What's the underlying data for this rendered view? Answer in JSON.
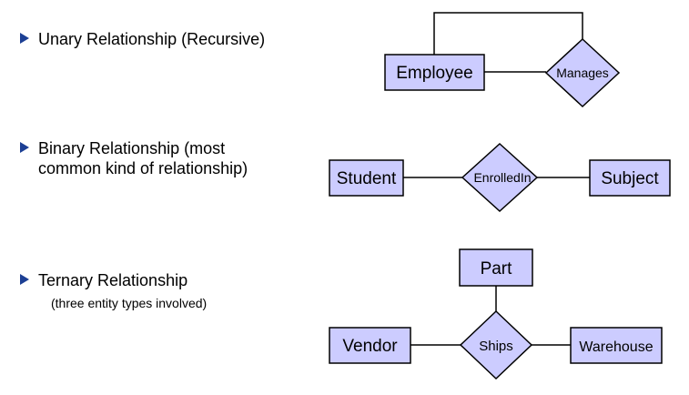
{
  "bullets": {
    "unary": {
      "line1": "Unary Relationship (Recursive)"
    },
    "binary": {
      "line1": "Binary Relationship (most",
      "line2": "common kind of relationship)"
    },
    "ternary": {
      "line1": "Ternary Relationship",
      "sub": "(three entity types involved)"
    }
  },
  "diagram": {
    "unary": {
      "entity": "Employee",
      "relationship": "Manages"
    },
    "binary": {
      "entity_left": "Student",
      "relationship": "EnrolledIn",
      "entity_right": "Subject"
    },
    "ternary": {
      "entity_top": "Part",
      "entity_left": "Vendor",
      "relationship": "Ships",
      "entity_right": "Warehouse"
    }
  },
  "colors": {
    "entity_fill": "#ccccff",
    "stroke": "#000000",
    "bullet_marker": "#1c3f94"
  }
}
